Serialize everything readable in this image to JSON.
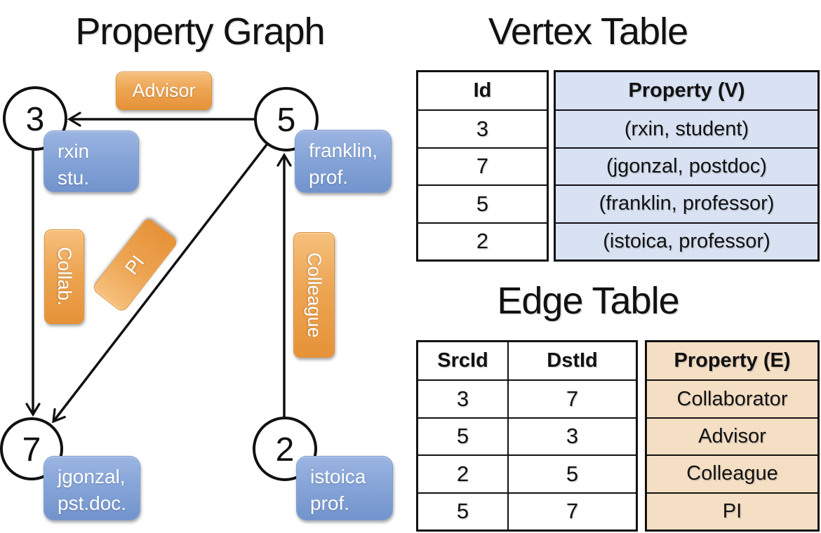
{
  "graph": {
    "title": "Property Graph",
    "vertices": [
      {
        "id": "3",
        "label_line1": "rxin",
        "label_line2": "stu."
      },
      {
        "id": "5",
        "label_line1": "franklin,",
        "label_line2": "prof."
      },
      {
        "id": "7",
        "label_line1": "jgonzal,",
        "label_line2": "pst.doc."
      },
      {
        "id": "2",
        "label_line1": "istoica",
        "label_line2": "prof."
      }
    ],
    "edge_labels": {
      "advisor": "Advisor",
      "collab": "Collab.",
      "pi": "PI",
      "colleague": "Colleague"
    }
  },
  "vertex_table": {
    "title": "Vertex Table",
    "columns": {
      "id": "Id",
      "property": "Property (V)"
    },
    "rows": [
      {
        "id": "3",
        "property": "(rxin, student)"
      },
      {
        "id": "7",
        "property": "(jgonzal, postdoc)"
      },
      {
        "id": "5",
        "property": "(franklin, professor)"
      },
      {
        "id": "2",
        "property": "(istoica, professor)"
      }
    ]
  },
  "edge_table": {
    "title": "Edge Table",
    "columns": {
      "src": "SrcId",
      "dst": "DstId",
      "property": "Property (E)"
    },
    "rows": [
      {
        "src": "3",
        "dst": "7",
        "property": "Collaborator"
      },
      {
        "src": "5",
        "dst": "3",
        "property": "Advisor"
      },
      {
        "src": "2",
        "dst": "5",
        "property": "Colleague"
      },
      {
        "src": "5",
        "dst": "7",
        "property": "PI"
      }
    ]
  },
  "colors": {
    "edge_label_fill": "#eda553",
    "vertex_label_fill": "#86a5d8",
    "vertex_property_column_fill": "#d8e2f3",
    "edge_property_column_fill": "#f5dfc4",
    "line_color": "#111111"
  }
}
